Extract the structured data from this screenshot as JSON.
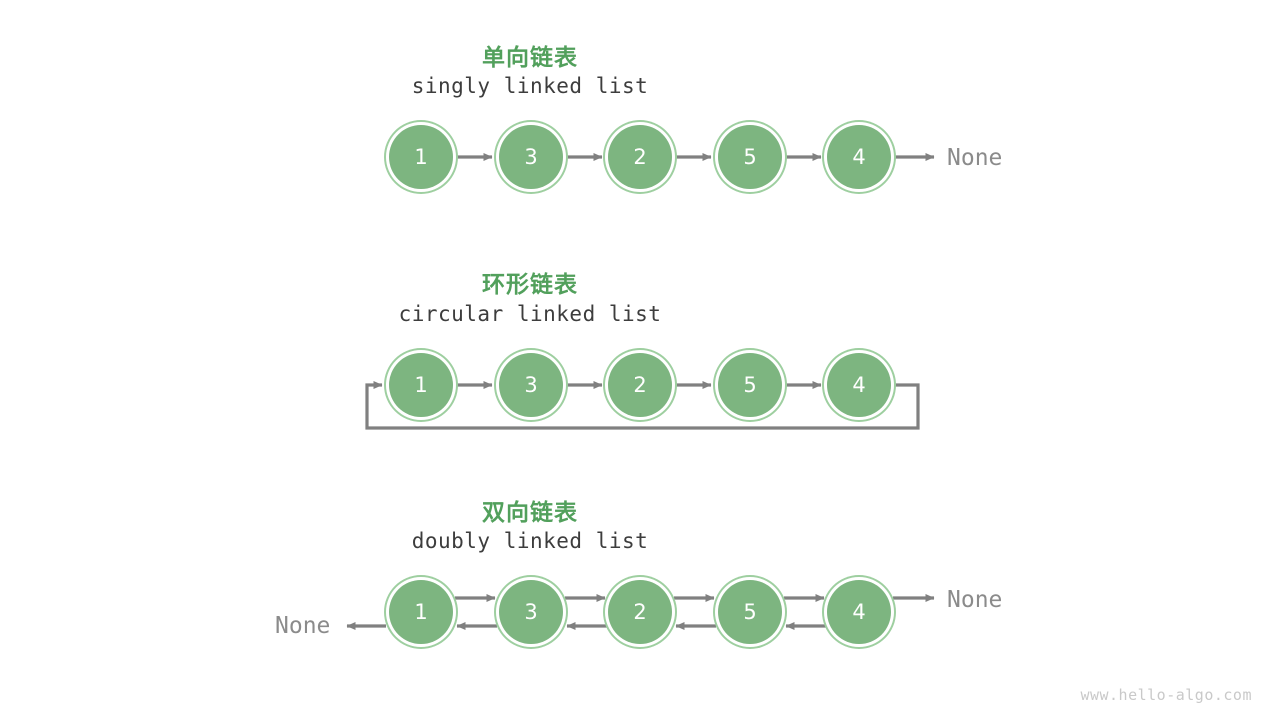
{
  "meta": {
    "watermark": "www.hello-algo.com",
    "colors": {
      "node_fill": "#7db580",
      "node_ring": "#9ecfa0",
      "title_green": "#52a05c",
      "subtitle_gray": "#3d3d3d",
      "arrow_gray": "#808080",
      "none_gray": "#8b8b8b",
      "watermark_gray": "#c9c9c9",
      "background": "#ffffff"
    }
  },
  "sections": [
    {
      "id": "singly",
      "title": "单向链表",
      "subtitle": "singly linked list",
      "nodes": [
        "1",
        "3",
        "2",
        "5",
        "4"
      ],
      "tail_label": "None",
      "head_label": null
    },
    {
      "id": "circular",
      "title": "环形链表",
      "subtitle": "circular linked list",
      "nodes": [
        "1",
        "3",
        "2",
        "5",
        "4"
      ],
      "tail_label": null,
      "head_label": null
    },
    {
      "id": "doubly",
      "title": "双向链表",
      "subtitle": "doubly linked list",
      "nodes": [
        "1",
        "3",
        "2",
        "5",
        "4"
      ],
      "tail_label": "None",
      "head_label": "None"
    }
  ]
}
